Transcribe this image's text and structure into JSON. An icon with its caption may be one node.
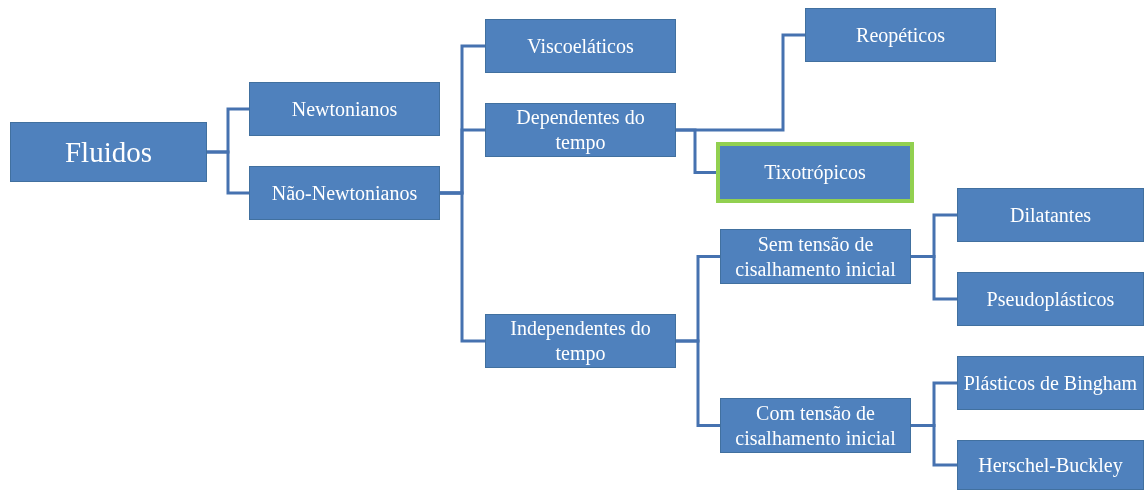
{
  "diagram": {
    "nodes": [
      {
        "text": [
          "Fluidos"
        ]
      },
      {
        "text": [
          "Newtonianos"
        ]
      },
      {
        "text": [
          "Não-Newtonianos"
        ]
      },
      {
        "text": [
          "Viscoeláticos"
        ]
      },
      {
        "text": [
          "Dependentes do tempo"
        ]
      },
      {
        "text": [
          "Independentes do tempo"
        ]
      },
      {
        "text": [
          "Reopéticos"
        ]
      },
      {
        "text": [
          "Tixotrópicos"
        ]
      },
      {
        "text": [
          "Sem tensão de cisalhamento inicial"
        ]
      },
      {
        "text": [
          "Com tensão de cisalhamento inicial"
        ]
      },
      {
        "text": [
          "Dilatantes"
        ]
      },
      {
        "text": [
          "Pseudoplásticos"
        ]
      },
      {
        "text": [
          "Plásticos de Bingham"
        ]
      },
      {
        "text": [
          "Herschel-Buckley"
        ]
      }
    ],
    "edges": [
      {
        "from": 0,
        "to": 1,
        "arrow": "none"
      },
      {
        "from": 0,
        "to": 2,
        "arrow": "none"
      },
      {
        "from": 2,
        "to": 3,
        "arrow": "none"
      },
      {
        "from": 2,
        "to": 4,
        "arrow": "none"
      },
      {
        "from": 2,
        "to": 5,
        "arrow": "none"
      },
      {
        "from": 4,
        "to": 6,
        "arrow": "none"
      },
      {
        "from": 4,
        "to": 7,
        "arrow": "none"
      },
      {
        "from": 5,
        "to": 8,
        "arrow": "none"
      },
      {
        "from": 5,
        "to": 9,
        "arrow": "none"
      },
      {
        "from": 8,
        "to": 10,
        "arrow": "none"
      },
      {
        "from": 8,
        "to": 11,
        "arrow": "none"
      },
      {
        "from": 9,
        "to": 12,
        "arrow": "none"
      },
      {
        "from": 9,
        "to": 13,
        "arrow": "none"
      }
    ]
  }
}
